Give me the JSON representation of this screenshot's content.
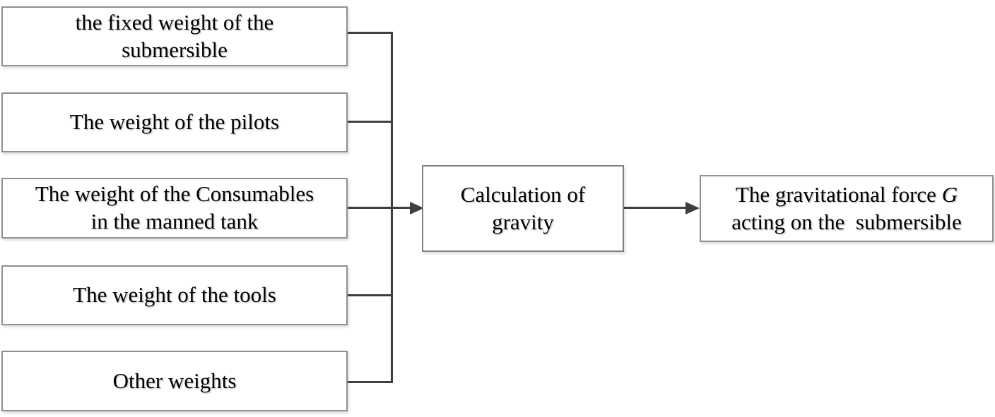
{
  "diagram": {
    "title_semantic": "gravity-calculation-flowchart",
    "inputs": [
      {
        "lines": [
          "the fixed weight of the",
          "submersible"
        ]
      },
      {
        "lines": [
          "The weight of the pilots"
        ]
      },
      {
        "lines": [
          "The weight of the Consumables",
          "in the manned tank"
        ]
      },
      {
        "lines": [
          "The weight of the tools"
        ]
      },
      {
        "lines": [
          "Other weights"
        ]
      }
    ],
    "process": {
      "lines": [
        "Calculation of",
        "gravity"
      ]
    },
    "output": {
      "line1_prefix": "The gravitational force ",
      "line1_italic": "G",
      "line2": "acting on the  submersible"
    },
    "colors": {
      "connector_line": "#3f3f3f",
      "box_border": "#8f8f8f",
      "process_box_border": "#7f7f7f",
      "text": "#000000",
      "background": "#ffffff"
    }
  }
}
